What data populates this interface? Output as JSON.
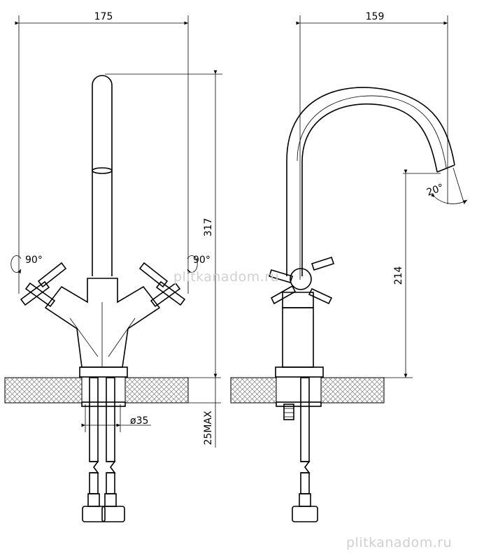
{
  "watermark": "plitkanadom.ru",
  "front_view": {
    "width_dim": "175",
    "height_dim": "317",
    "rotation_left": "90°",
    "rotation_right": "90°",
    "hole_dim": "ø35",
    "deck_thickness_dim": "25MAX"
  },
  "side_view": {
    "reach_dim": "159",
    "spout_height_dim": "214",
    "spout_angle": "20°"
  },
  "colors": {
    "line": "#000000",
    "watermark": "#d0d0d0",
    "hatch": "#666666"
  }
}
